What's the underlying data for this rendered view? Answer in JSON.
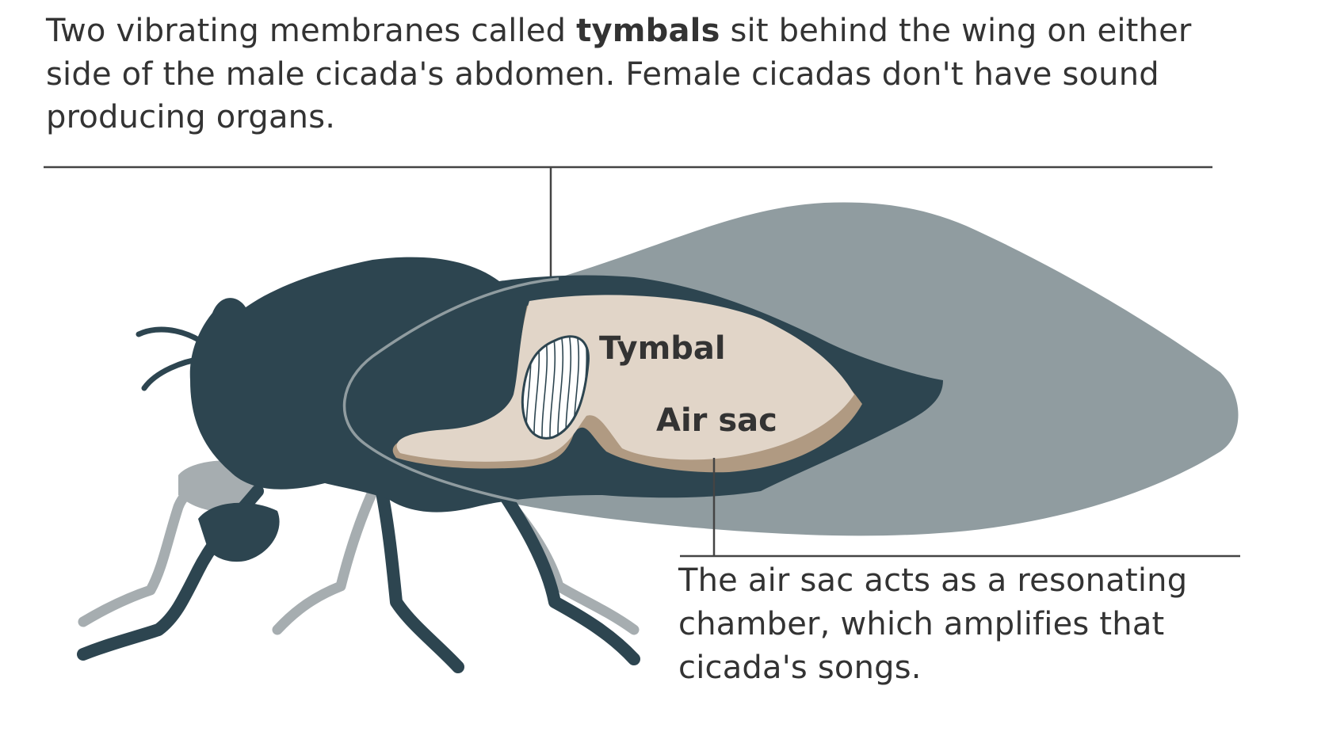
{
  "intro": {
    "before": "Two vibrating membranes called ",
    "bold": "tymbals",
    "after": " sit behind the wing on either side of the male cicada's abdomen. Female cicadas don't have sound producing organs."
  },
  "labels": {
    "tymbal": "Tymbal",
    "air_sac": "Air sac"
  },
  "note": "The air sac acts as a resonating chamber, which amplifies that cicada's songs.",
  "colors": {
    "body": "#2d4550",
    "wing": "#909ca0",
    "legs_far": "#a6adb0",
    "air_sac": "#e1d5c8",
    "air_sac_shadow": "#b09a82",
    "tymbal": "#ffffff",
    "lines": "#444444",
    "text": "#333333"
  }
}
